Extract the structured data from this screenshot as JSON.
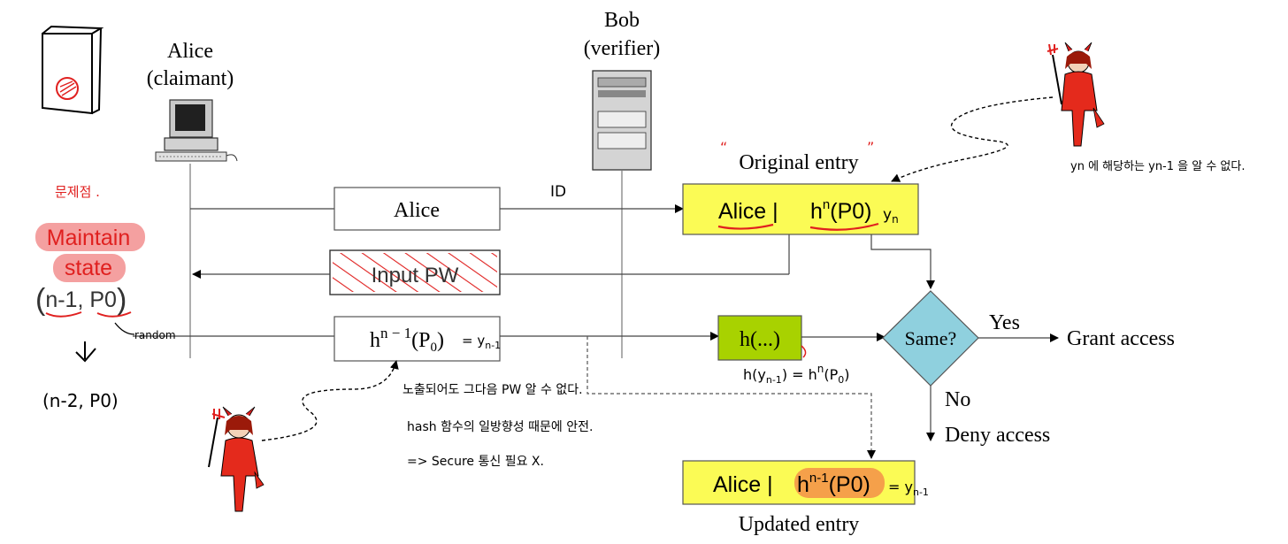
{
  "actors": {
    "alice_name": "Alice",
    "alice_role": "(claimant)",
    "bob_name": "Bob",
    "bob_role": "(verifier)"
  },
  "messages": {
    "alice_label": "Alice",
    "id_label": "ID",
    "input_pw_label": "Input PW",
    "hash_prev_base": "h",
    "hash_prev_sup": "n − 1",
    "hash_prev_arg": "(P",
    "hash_prev_sub": "0",
    "hash_prev_close": ")",
    "hash_prev_note": "= y",
    "hash_prev_note_sub": "n-1"
  },
  "entries": {
    "original_title": "Original entry",
    "original_name": "Alice |",
    "original_hash_base": "h",
    "original_hash_sup": "n",
    "original_hash_arg": "(P0)",
    "original_note": "y",
    "original_note_sub": "n",
    "updated_title": "Updated entry",
    "updated_name": "Alice |",
    "updated_hash_base": "h",
    "updated_hash_sup": "n-1",
    "updated_hash_arg": "(P0)",
    "updated_note": "= y",
    "updated_note_sub": "n-1"
  },
  "process": {
    "hash_box_label": "h(...)",
    "hash_note_lhs": "h(y",
    "hash_note_lhs_sub": "n-1",
    "hash_note_rhs": ") = h",
    "hash_note_rhs_sup": "n",
    "hash_note_rhs_arg": "(P",
    "hash_note_rhs_sub": "0",
    "hash_note_rhs_close": ")",
    "decision_label": "Same?",
    "yes_label": "Yes",
    "no_label": "No",
    "grant_label": "Grant access",
    "deny_label": "Deny access"
  },
  "left_notes": {
    "problem_label": "문제점 .",
    "maintain_label": "Maintain",
    "state_label": "state",
    "tuple_open": "(",
    "tuple_n": "n-1",
    "tuple_comma": ", ",
    "tuple_p": "P0",
    "tuple_close": ")",
    "random_label": "random",
    "next_state": "(n-2, P0)"
  },
  "annotations": {
    "attacker_top_note": "yn 에 해당하는 yn-1 을 알 수 없다.",
    "attacker_note_1": "노출되어도 그다음 PW 알 수 없다.",
    "attacker_note_2": "hash 함수의 일방향성 때문에 안전.",
    "attacker_note_3": "=> Secure 통신 필요 X."
  },
  "colors": {
    "entry_fill": "#fbfb55",
    "hash_box_fill": "#a8d200",
    "decision_fill": "#8fd0de",
    "ink_red": "#e0201f",
    "highlight": "#f4a0a0",
    "orange_highlight": "#f5a04a"
  }
}
